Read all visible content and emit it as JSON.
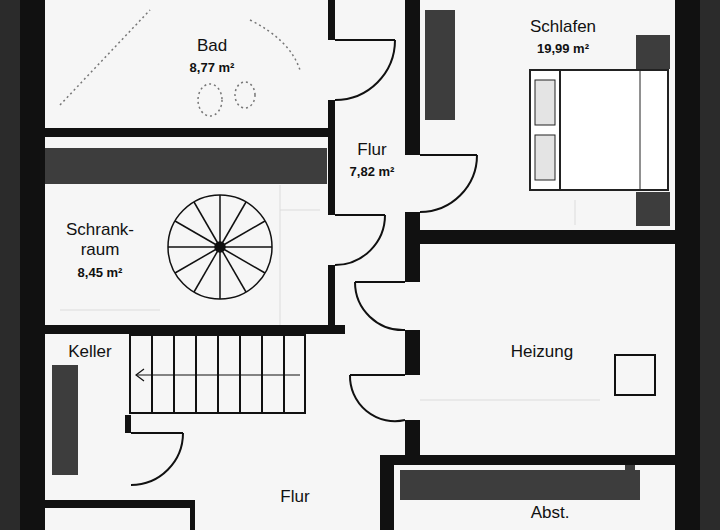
{
  "diagram": {
    "nodes": [
      {
        "text": [
          "Bad",
          "8,77 m²"
        ]
      },
      {
        "text": [
          "Schlafen",
          "19,99 m²"
        ]
      },
      {
        "text": [
          "Flur",
          "7,82 m²"
        ]
      },
      {
        "text": [
          "Schrank- raum",
          "8,45 m²"
        ]
      },
      {
        "text": [
          "Keller"
        ]
      },
      {
        "text": [
          "Heizung"
        ]
      },
      {
        "text": [
          "Flur"
        ]
      },
      {
        "text": [
          "Abst."
        ]
      }
    ]
  }
}
